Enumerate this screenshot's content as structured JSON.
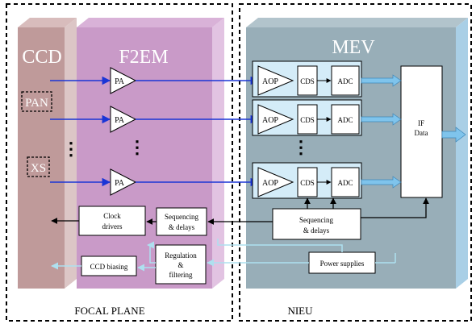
{
  "regions": {
    "focal_plane": "FOCAL PLANE",
    "nieu": "NIEU"
  },
  "panels": {
    "ccd": "CCD",
    "f2em": "F2EM",
    "mev": "MEV"
  },
  "ccd_labels": {
    "pan": "PAN",
    "xs": "XS"
  },
  "f2em_blocks": {
    "pa": "PA",
    "clock_drivers": [
      "Clock",
      "drivers"
    ],
    "sequencing_delays": [
      "Sequencing",
      "& delays"
    ],
    "regulation_filtering": [
      "Regulation",
      "&",
      "filtering"
    ],
    "ccd_biasing": "CCD biasing"
  },
  "mev_blocks": {
    "aop": "AOP",
    "cds": "CDS",
    "adc": "ADC",
    "if_data": [
      "IF",
      "Data"
    ],
    "sequencing_delays": [
      "Sequencing",
      "& delays"
    ],
    "power_supplies": "Power supplies"
  },
  "ellipsis": "⋮",
  "colors": {
    "ccd_panel": "#bf9a9a",
    "f2em_panel": "#c99ac8",
    "mev_panel": "#98aeb8",
    "aop_chain": "#d4ecf8",
    "signal_arrow": "#1a35d6",
    "power_line": "#aee0ef",
    "output_arrow": "#7fc4ec"
  }
}
